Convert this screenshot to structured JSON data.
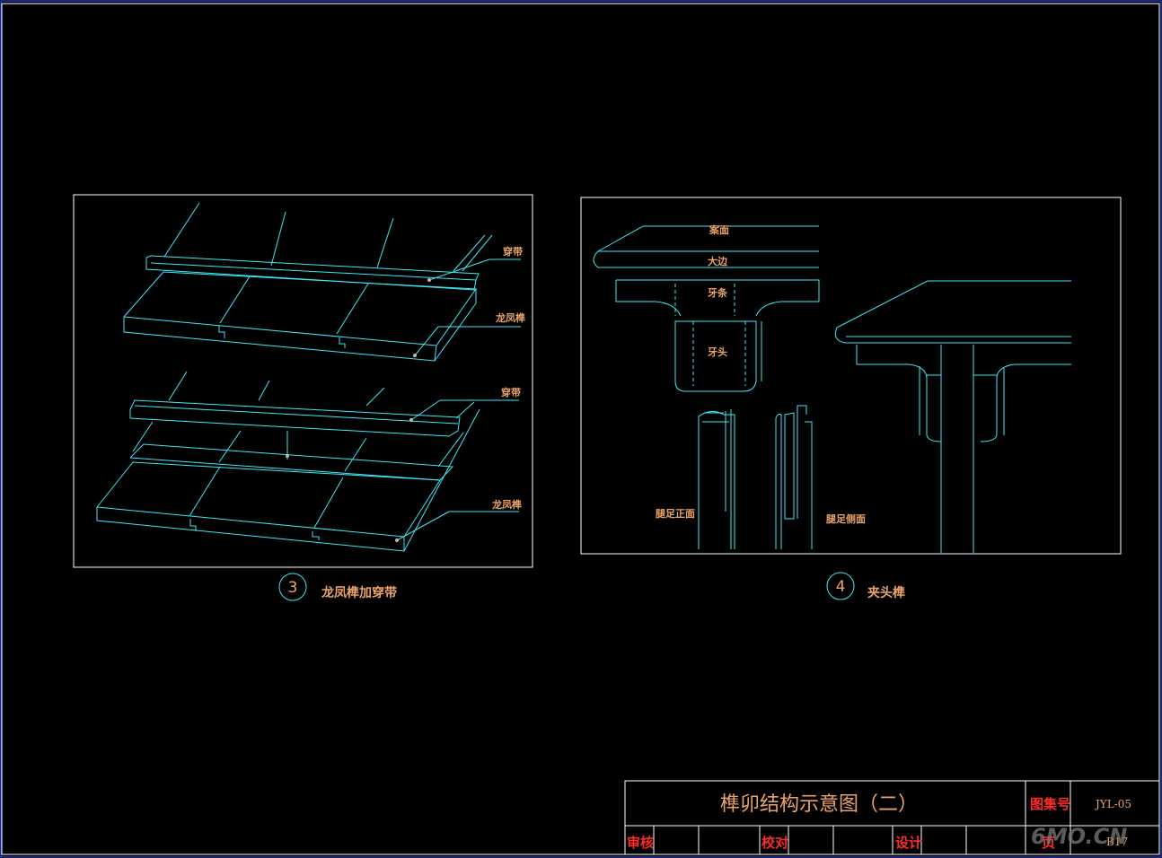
{
  "drawing": {
    "panel3": {
      "number": "3",
      "caption": "龙凤榫加穿带",
      "labels": {
        "top_batten": "穿带",
        "top_board": "龙凤榫",
        "bottom_batten": "穿带",
        "bottom_board": "龙凤榫"
      }
    },
    "panel4": {
      "number": "4",
      "caption": "夹头榫",
      "labels": {
        "tabletop": "案面",
        "edge": "大边",
        "apron": "牙条",
        "spandrel": "牙头",
        "leg_front": "腿足正面",
        "leg_side": "腿足侧面"
      }
    }
  },
  "title_block": {
    "title": "榫卯结构示意图（二）",
    "atlas_no_label": "图集号",
    "atlas_no_value": "JYL-05",
    "review_label": "审核",
    "check_label": "校对",
    "design_label": "设计",
    "page_label": "页",
    "page_value": "B17"
  },
  "watermark": "6MO.CN",
  "colors": {
    "line": "#3de8f5",
    "text": "#e9a36a",
    "frame": "#3050ff",
    "title_red": "#ff2a2a",
    "background": "#000000"
  }
}
